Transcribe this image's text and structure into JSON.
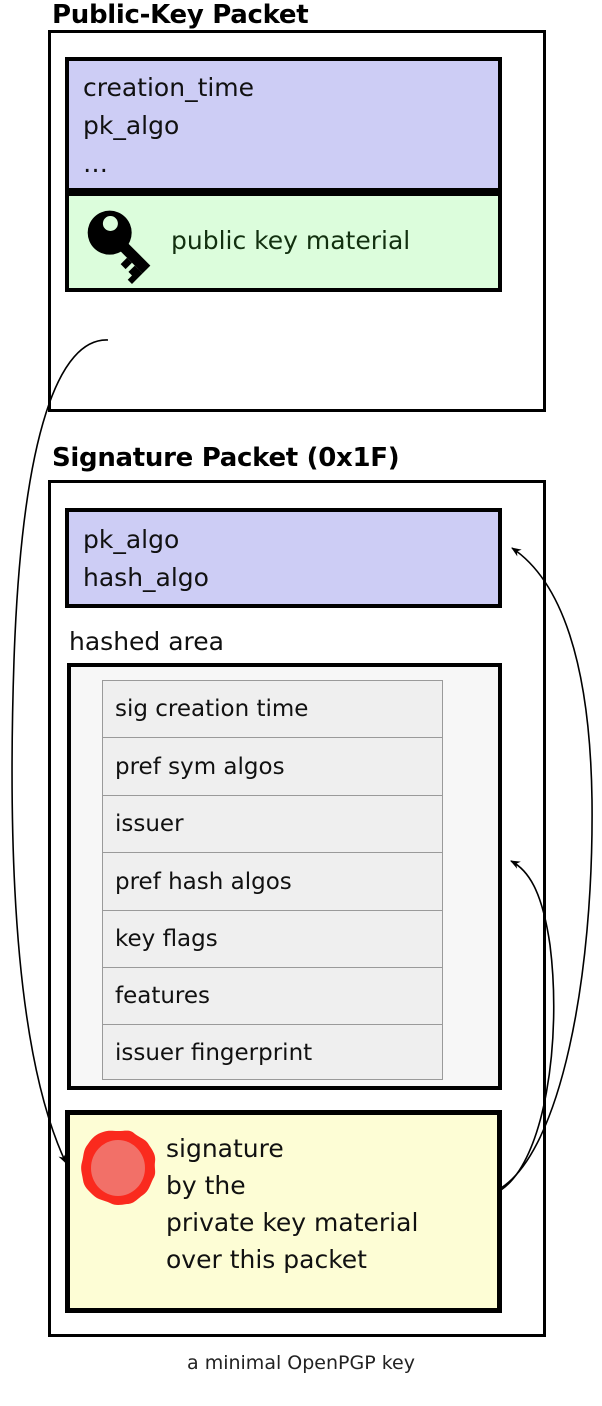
{
  "diagram": {
    "caption": "a minimal OpenPGP key",
    "packets": [
      {
        "title": "Public-Key Packet",
        "fields_block": "creation_time\npk_algo\n…",
        "fields_lines": [
          "creation_time",
          "pk_algo",
          "..."
        ],
        "key_material": {
          "icon": "key-icon",
          "label": "public key material"
        }
      },
      {
        "title": "Signature Packet (0x1F)",
        "fields_block": "pk_algo\nhash_algo",
        "fields_lines": [
          "pk_algo",
          "hash_algo"
        ],
        "hashed_area": {
          "label": "hashed area",
          "subpackets": [
            "sig creation time",
            "pref sym algos",
            "issuer",
            "pref hash algos",
            "key flags",
            "features",
            "issuer fingerprint"
          ]
        },
        "signature": {
          "icon": "wax-seal-icon",
          "text": "signature\nby the\nprivate key material\nover this packet"
        }
      }
    ],
    "colors": {
      "field_fill": "#CDCDF5",
      "key_fill": "#DCFDDC",
      "signature_fill": "#FDFDD5",
      "hashed_fill": "#F7F7F7",
      "subpacket_fill": "#EFEFEF",
      "seal_ring": "#FA2A1E",
      "seal_body": "#F27068",
      "stroke": "#000000"
    }
  }
}
